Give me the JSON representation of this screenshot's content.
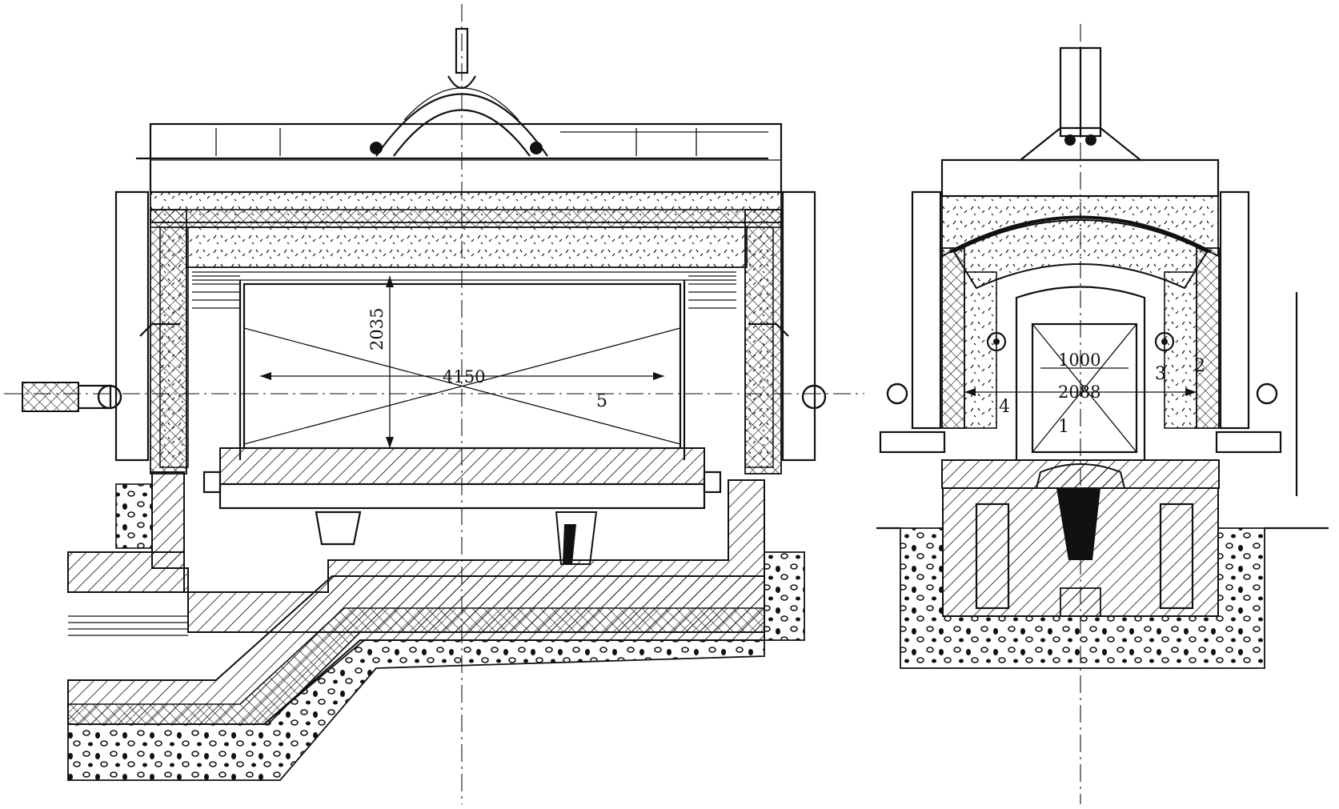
{
  "dimensions": {
    "side_height": "2035",
    "side_length": "4150",
    "end_inner_width": "1000",
    "end_outer_width": "2088"
  },
  "callouts": {
    "c1": "1",
    "c2": "2",
    "c3": "3",
    "c4": "4",
    "c5": "5"
  },
  "colors": {
    "ink": "#111111",
    "paper": "#ffffff"
  }
}
